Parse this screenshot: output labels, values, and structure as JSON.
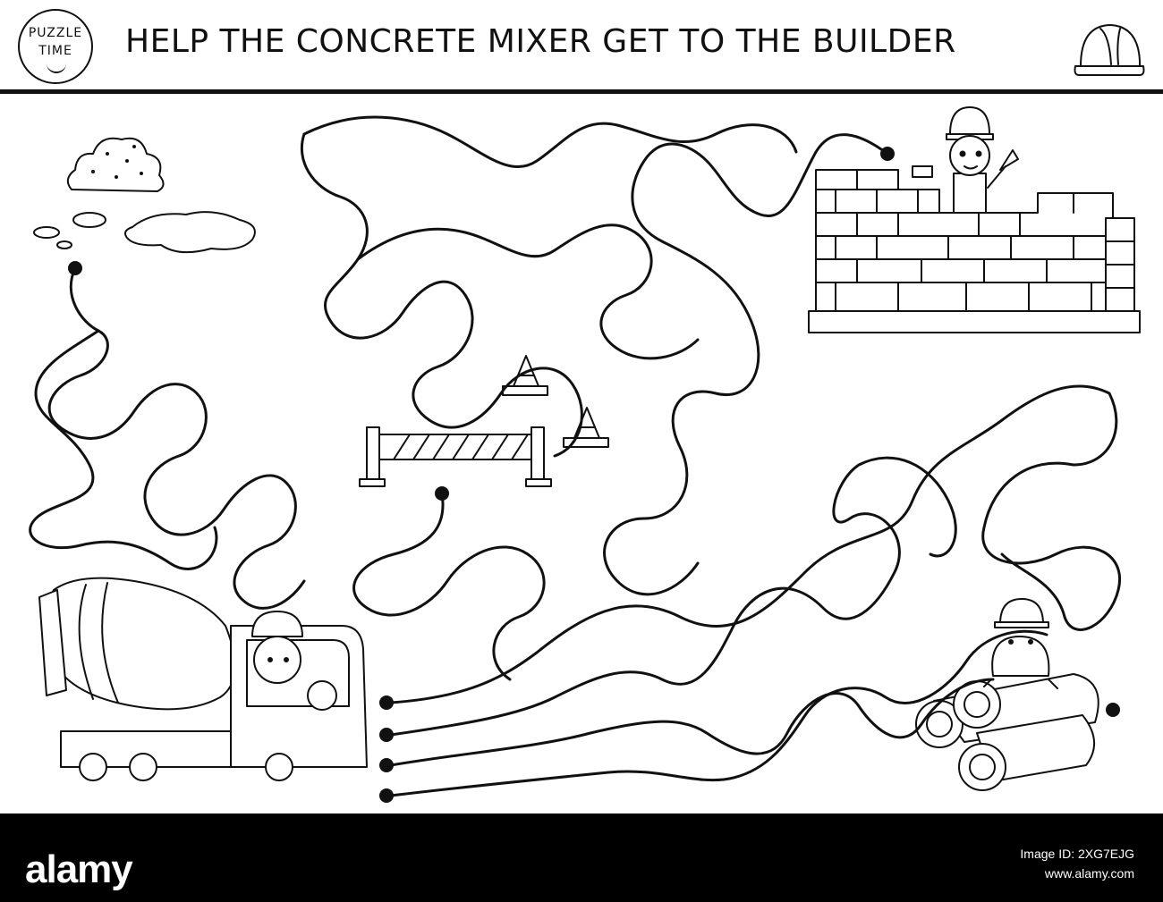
{
  "header": {
    "badge_line1": "PUZZLE",
    "badge_line2": "TIME",
    "title": "HELP THE CONCRETE MIXER GET TO THE BUILDER"
  },
  "maze": {
    "start": "concrete mixer truck",
    "goal": "builder on brick wall",
    "start_path_count": 4,
    "colors": {
      "ink": "#111111",
      "background": "#ffffff"
    }
  },
  "footer": {
    "brand": "alamy",
    "image_id_label": "Image ID: 2XG7EJG",
    "site": "www.alamy.com"
  }
}
